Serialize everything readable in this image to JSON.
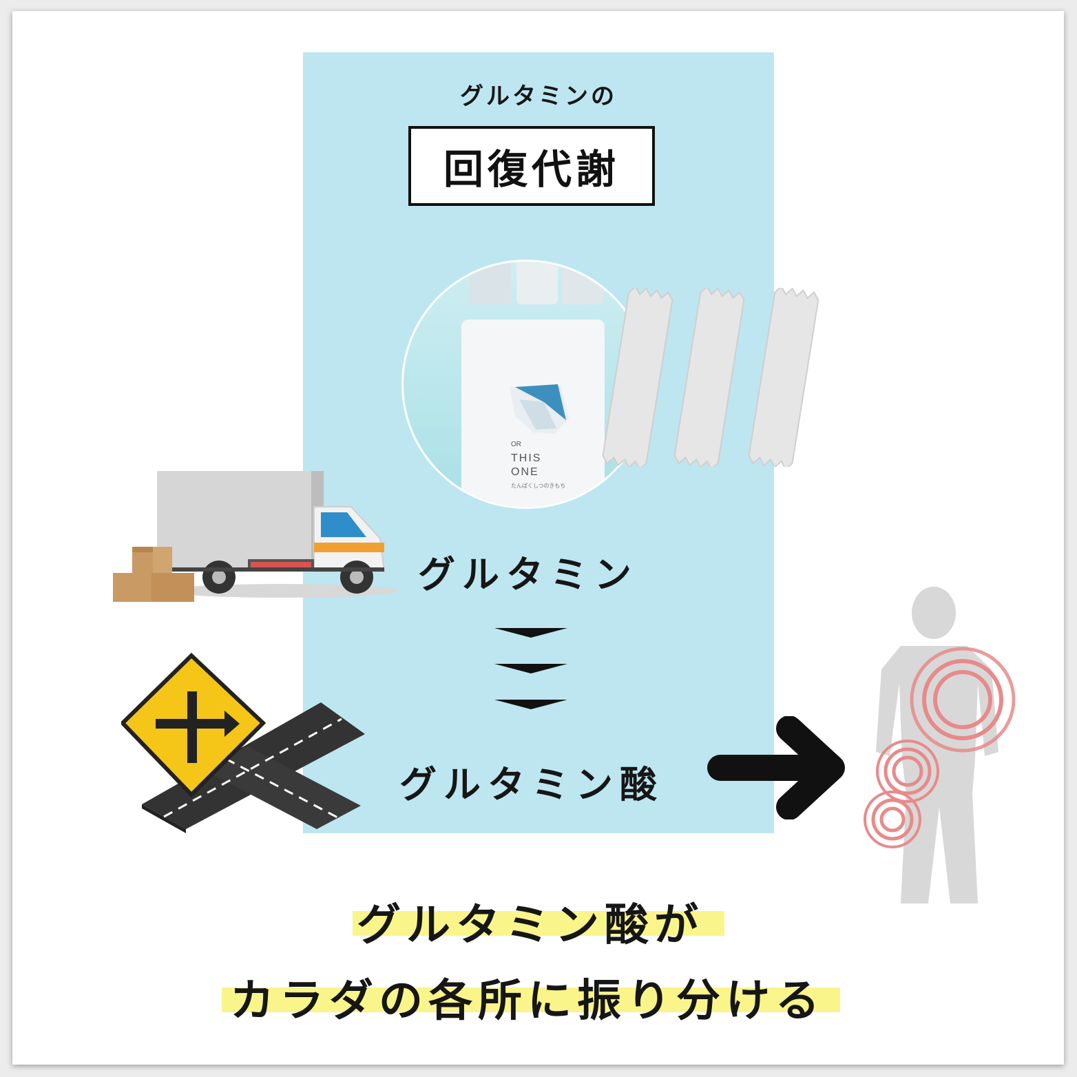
{
  "header": {
    "subtitle": "グルタミンの",
    "title": "回復代謝"
  },
  "product": {
    "brand_small": "OR",
    "brand_line1": "THIS",
    "brand_line2": "ONE",
    "caption": "たんぱくしつのきもち"
  },
  "flow": {
    "step1": "グルタミン",
    "step2": "グルタミン酸"
  },
  "result": {
    "line1": "グルタミン酸が",
    "line2": "カラダの各所に振り分ける"
  },
  "colors": {
    "panel": "#bde6f0",
    "highlight": "#f9f58a",
    "sign_yellow": "#f5c518",
    "pain_rings": "#e88a8a"
  },
  "icons": [
    "delivery-truck-icon",
    "cardboard-boxes-icon",
    "road-sign-icon",
    "road-junction-icon",
    "arrow-right-icon",
    "human-silhouette-icon",
    "pain-ring-icon",
    "stick-pack-icon"
  ]
}
